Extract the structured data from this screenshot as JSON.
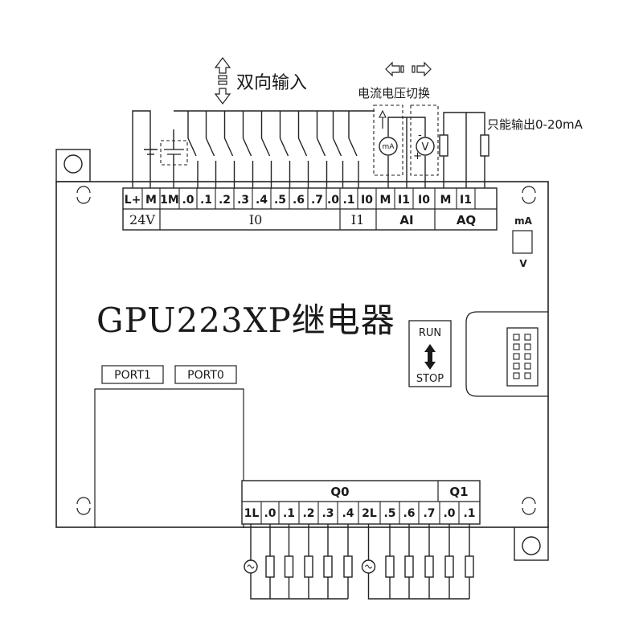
{
  "title": "GPU223XP继电器",
  "labels": {
    "bidir_input": "双向输入",
    "current_voltage_switch": "电流电压切换",
    "output_only": "只能输出0-20mA",
    "ma": "mA",
    "v": "V",
    "run": "RUN",
    "stop": "STOP",
    "port1": "PORT1",
    "port0": "PORT0",
    "meter_ma": "mA",
    "meter_v": "V",
    "minus": "-",
    "plus": "+"
  },
  "top_terminals": {
    "cells": [
      "L+",
      "M",
      "1M",
      ".0",
      ".1",
      ".2",
      ".3",
      ".4",
      ".5",
      ".6",
      ".7",
      ".0",
      ".1",
      "I0",
      "M",
      "I1",
      "I0",
      "M",
      "I1"
    ],
    "groups": [
      "24V",
      "I0",
      "I1",
      "AI",
      "AQ"
    ]
  },
  "bottom_terminals": {
    "groups": [
      "Q0",
      "Q1"
    ],
    "cells": [
      "1L",
      ".0",
      ".1",
      ".2",
      ".3",
      ".4",
      "2L",
      ".5",
      ".6",
      ".7",
      ".0",
      ".1"
    ]
  }
}
